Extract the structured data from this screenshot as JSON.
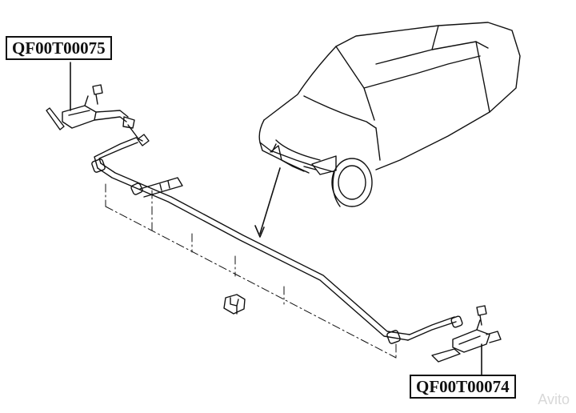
{
  "labels": {
    "top_part_number": "QF00T00075",
    "bottom_part_number": "QF00T00074"
  },
  "watermark": "Avito",
  "colors": {
    "line": "#111111",
    "background": "#ffffff"
  }
}
